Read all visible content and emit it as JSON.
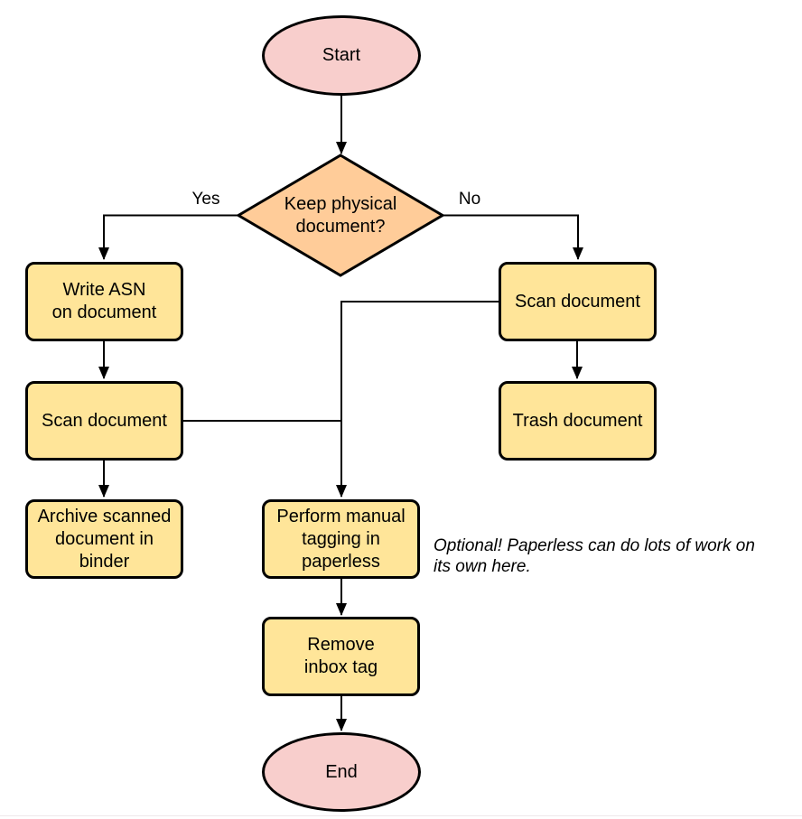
{
  "colors": {
    "terminal_fill": "#f8cecc",
    "decision_fill": "#ffcc99",
    "process_fill": "#ffe599",
    "stroke": "#000000",
    "text": "#000000"
  },
  "nodes": {
    "start": {
      "label": "Start",
      "type": "terminal"
    },
    "decision": {
      "label": "Keep physical\ndocument?",
      "type": "decision"
    },
    "write_asn": {
      "label": "Write ASN\non document",
      "type": "process"
    },
    "scan_left": {
      "label": "Scan document",
      "type": "process"
    },
    "archive": {
      "label": "Archive scanned\ndocument in\nbinder",
      "type": "process"
    },
    "scan_right": {
      "label": "Scan document",
      "type": "process"
    },
    "trash": {
      "label": "Trash document",
      "type": "process"
    },
    "tagging": {
      "label": "Perform manual\ntagging in\npaperless",
      "type": "process"
    },
    "remove_inbox": {
      "label": "Remove\ninbox tag",
      "type": "process"
    },
    "end": {
      "label": "End",
      "type": "terminal"
    }
  },
  "edge_labels": {
    "yes": "Yes",
    "no": "No"
  },
  "annotation": "Optional! Paperless can do lots of work on\nits own here."
}
